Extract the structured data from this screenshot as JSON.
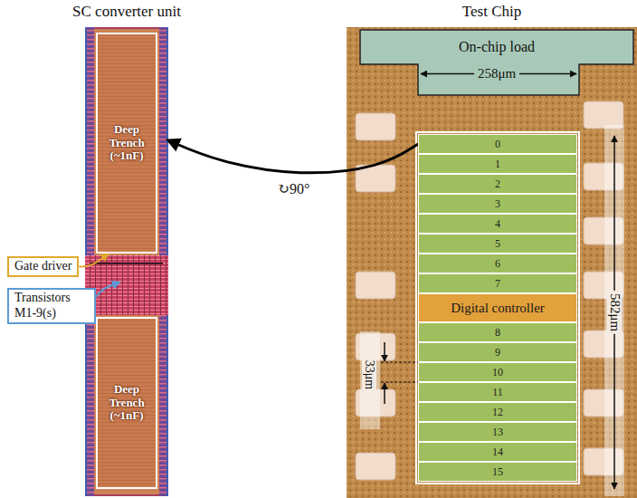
{
  "diagram": {
    "nodes": [
      {
        "text": [
          "SC converter unit"
        ]
      },
      {
        "text": [
          "Deep Trench (~1nF)"
        ],
        "in": 0
      },
      {
        "text": [
          "Deep Trench (~1nF)"
        ],
        "in": 0
      },
      {
        "text": [
          "Gate driver"
        ]
      },
      {
        "text": [
          "Transistors M1-9(s)"
        ]
      },
      {
        "text": [
          "Test Chip"
        ]
      },
      {
        "text": [
          "On-chip load",
          "258μm"
        ],
        "in": 5
      },
      {
        "text": [
          "0"
        ],
        "in": 5
      },
      {
        "text": [
          "1"
        ],
        "in": 5
      },
      {
        "text": [
          "2"
        ],
        "in": 5
      },
      {
        "text": [
          "3"
        ],
        "in": 5
      },
      {
        "text": [
          "4"
        ],
        "in": 5
      },
      {
        "text": [
          "5"
        ],
        "in": 5
      },
      {
        "text": [
          "6"
        ],
        "in": 5
      },
      {
        "text": [
          "7"
        ],
        "in": 5
      },
      {
        "text": [
          "Digital controller"
        ],
        "in": 5
      },
      {
        "text": [
          "8"
        ],
        "in": 5
      },
      {
        "text": [
          "9"
        ],
        "in": 5
      },
      {
        "text": [
          "10"
        ],
        "in": 5
      },
      {
        "text": [
          "11"
        ],
        "in": 5
      },
      {
        "text": [
          "12"
        ],
        "in": 5
      },
      {
        "text": [
          "13"
        ],
        "in": 5
      },
      {
        "text": [
          "14"
        ],
        "in": 5
      },
      {
        "text": [
          "15"
        ],
        "in": 5
      }
    ],
    "edges": [
      {
        "from": 7,
        "to": 0,
        "arrow": "to",
        "label": "↻90°"
      },
      {
        "from": 3,
        "to": 0,
        "arrow": "to"
      },
      {
        "from": 4,
        "to": 0,
        "arrow": "to"
      }
    ],
    "labels": [
      "582μm",
      "33μm"
    ]
  }
}
